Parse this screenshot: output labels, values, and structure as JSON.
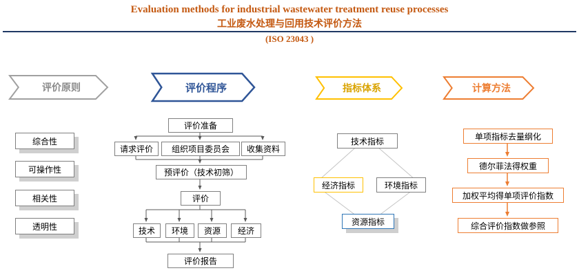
{
  "title": {
    "en": "Evaluation methods for industrial wastewater treatment reuse processes",
    "zh": "工业废水处理与回用技术评价方法",
    "iso": "(ISO 23043 )"
  },
  "headers": {
    "principles": "评价原则",
    "procedure": "评价程序",
    "indicators": "指标体系",
    "calculation": "计算方法"
  },
  "principles": {
    "items": [
      "综合性",
      "可操作性",
      "相关性",
      "透明性"
    ]
  },
  "procedure": {
    "prepare": "评价准备",
    "request": "请求评价",
    "committee": "组织项目委员会",
    "collect": "收集资料",
    "pre_eval": "预评价（技术初筛）",
    "evaluate": "评价",
    "aspects": [
      "技术",
      "环境",
      "资源",
      "经济"
    ],
    "report": "评价报告"
  },
  "indicators": {
    "technical": "技术指标",
    "economic": "经济指标",
    "environmental": "环境指标",
    "resource": "资源指标"
  },
  "calculation": {
    "steps": [
      "单项指标去量纲化",
      "德尔菲法得权重",
      "加权平均得单项评价指数",
      "综合评价指数做参照"
    ]
  },
  "colors": {
    "title": "#C45911",
    "divider": "#1F3864",
    "gray": "#8a8a8a",
    "blue": "#2F5597",
    "gold": "#FFC000",
    "orange": "#ED7D31",
    "resource_blue": "#2E75B6"
  }
}
